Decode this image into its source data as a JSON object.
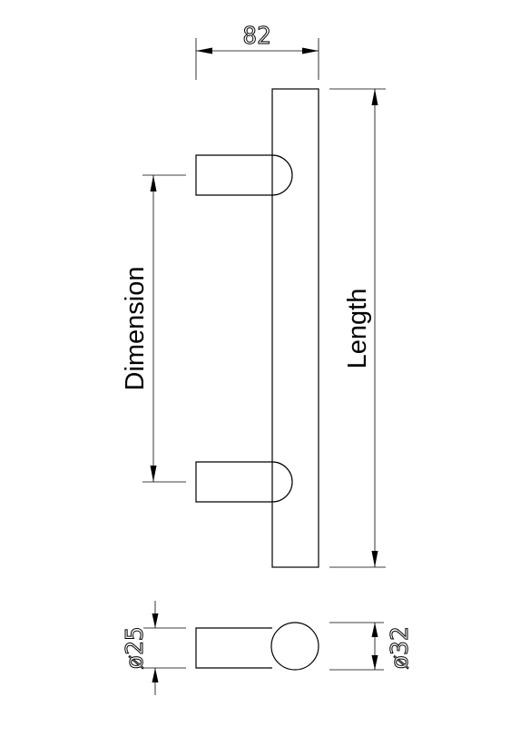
{
  "labels": {
    "width_value": "82",
    "length": "Length",
    "dimension": "Dimension",
    "leg_diameter": "ø25",
    "bar_diameter": "ø32"
  },
  "colors": {
    "line": "#000000",
    "background": "#ffffff"
  }
}
